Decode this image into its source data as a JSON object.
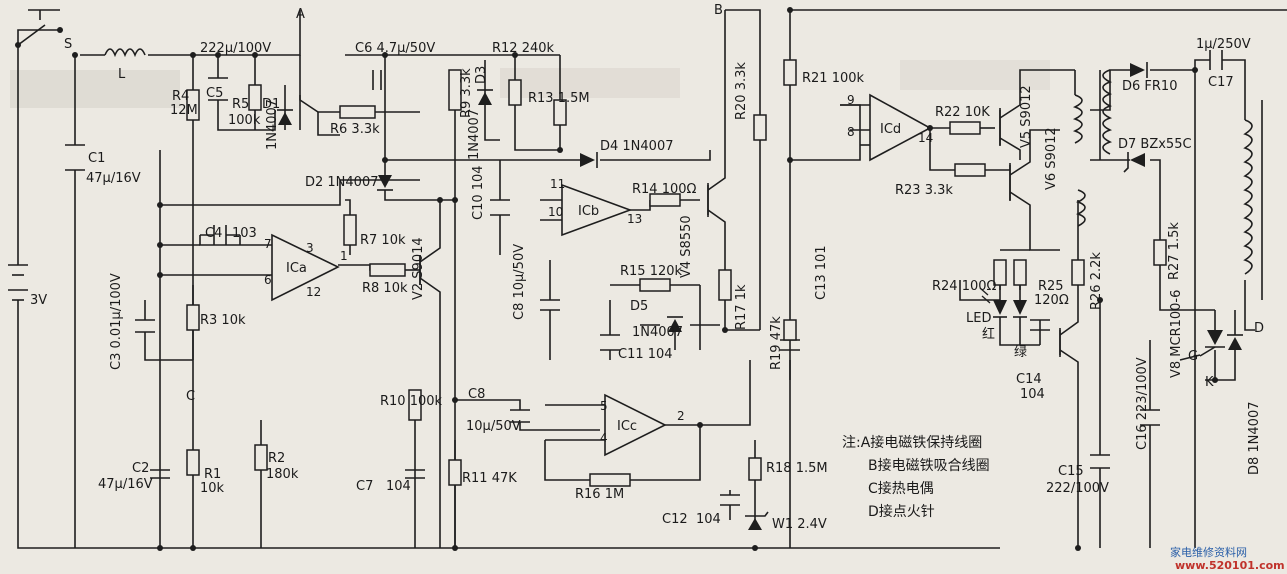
{
  "terminals": [
    "A",
    "B",
    "C",
    "D",
    "G",
    "K"
  ],
  "switch": "S",
  "inductor": "L",
  "battery": "3V",
  "components": {
    "C1": "C1",
    "C1_val": "47μ/16V",
    "C2": "C2",
    "C2_val": "47μ/16V",
    "C3": "C3 0.01μ/100V",
    "C4": "C4",
    "C4_val": "103",
    "C5": "C5",
    "C5_top": "222μ/100V",
    "C6": "C6 4.7μ/50V",
    "C7": "C7",
    "C7_val": "104",
    "C8a": "C8 10μ/50V",
    "C8b": "C8",
    "C8b_val": "10μ/50V",
    "C10": "C10 104",
    "C11": "C11 104",
    "C12": "C12",
    "C12_val": "104",
    "C13": "C13 101",
    "C14": "C14",
    "C14_val": "104",
    "C15": "C15",
    "C15_val": "222/100V",
    "C16": "C16 223/100V",
    "C17": "C17",
    "C17_val": "1μ/250V",
    "R1": "R1",
    "R1_val": "10k",
    "R2": "R2",
    "R2_val": "180k",
    "R3": "R3 10k",
    "R4": "R4",
    "R4_val": "12M",
    "R5": "R5",
    "R5_val": "100k",
    "R6": "R6 3.3k",
    "R7": "R7 10k",
    "R8": "R8 10k",
    "R9": "R9 3.3k",
    "R10": "R10 100k",
    "R11": "R11 47K",
    "R12": "R12 240k",
    "R13": "R13 1.5M",
    "R14": "R14 100Ω",
    "R15": "R15 120k",
    "R16": "R16 1M",
    "R17": "R17 1k",
    "R18": "R18 1.5M",
    "R19": "R19 47k",
    "R20": "R20 3.3k",
    "R21": "R21 100k",
    "R22": "R22 10K",
    "R23": "R23 3.3k",
    "R24": "R24 100Ω",
    "R25": "R25",
    "R25_val": "120Ω",
    "R26": "R26 2.2k",
    "R27": "R27 1.5k",
    "D1": "D1",
    "D1_val": "1N4007",
    "D2": "D2 1N4007",
    "D3": "D3",
    "D3_val": "1N4007",
    "D4": "D4 1N4007",
    "D5": "D5",
    "D5_val": "1N4007",
    "D6": "D6 FR10",
    "D7": "D7 BZx55C",
    "D8": "D8 1N4007",
    "W1": "W1 2.4V",
    "LED": "LED",
    "red": "红",
    "green": "绿",
    "V2": "V2 S9014",
    "V4": "V4 S8550",
    "V5": "V5 S9012",
    "V6": "V6 S9012",
    "V8": "V8 MCR100-6",
    "ICa": "ICa",
    "ICb": "ICb",
    "ICc": "ICc",
    "ICd": "ICd",
    "pins": [
      "7",
      "3",
      "6",
      "12",
      "1",
      "11",
      "10",
      "13",
      "5",
      "4",
      "2",
      "9",
      "8",
      "14"
    ]
  },
  "notes": [
    "注:A接电磁铁保持线圈",
    "B接电磁铁吸合线圈",
    "C接热电偶",
    "D接点火针"
  ],
  "watermark": {
    "text_cn": "家电维修资料网",
    "url": "www.520101.com"
  },
  "colors": {
    "ink": "#1e1e1e",
    "paper": "#ece9e2",
    "wm_blue": "#2a5fa8",
    "wm_red": "#c0322b"
  }
}
